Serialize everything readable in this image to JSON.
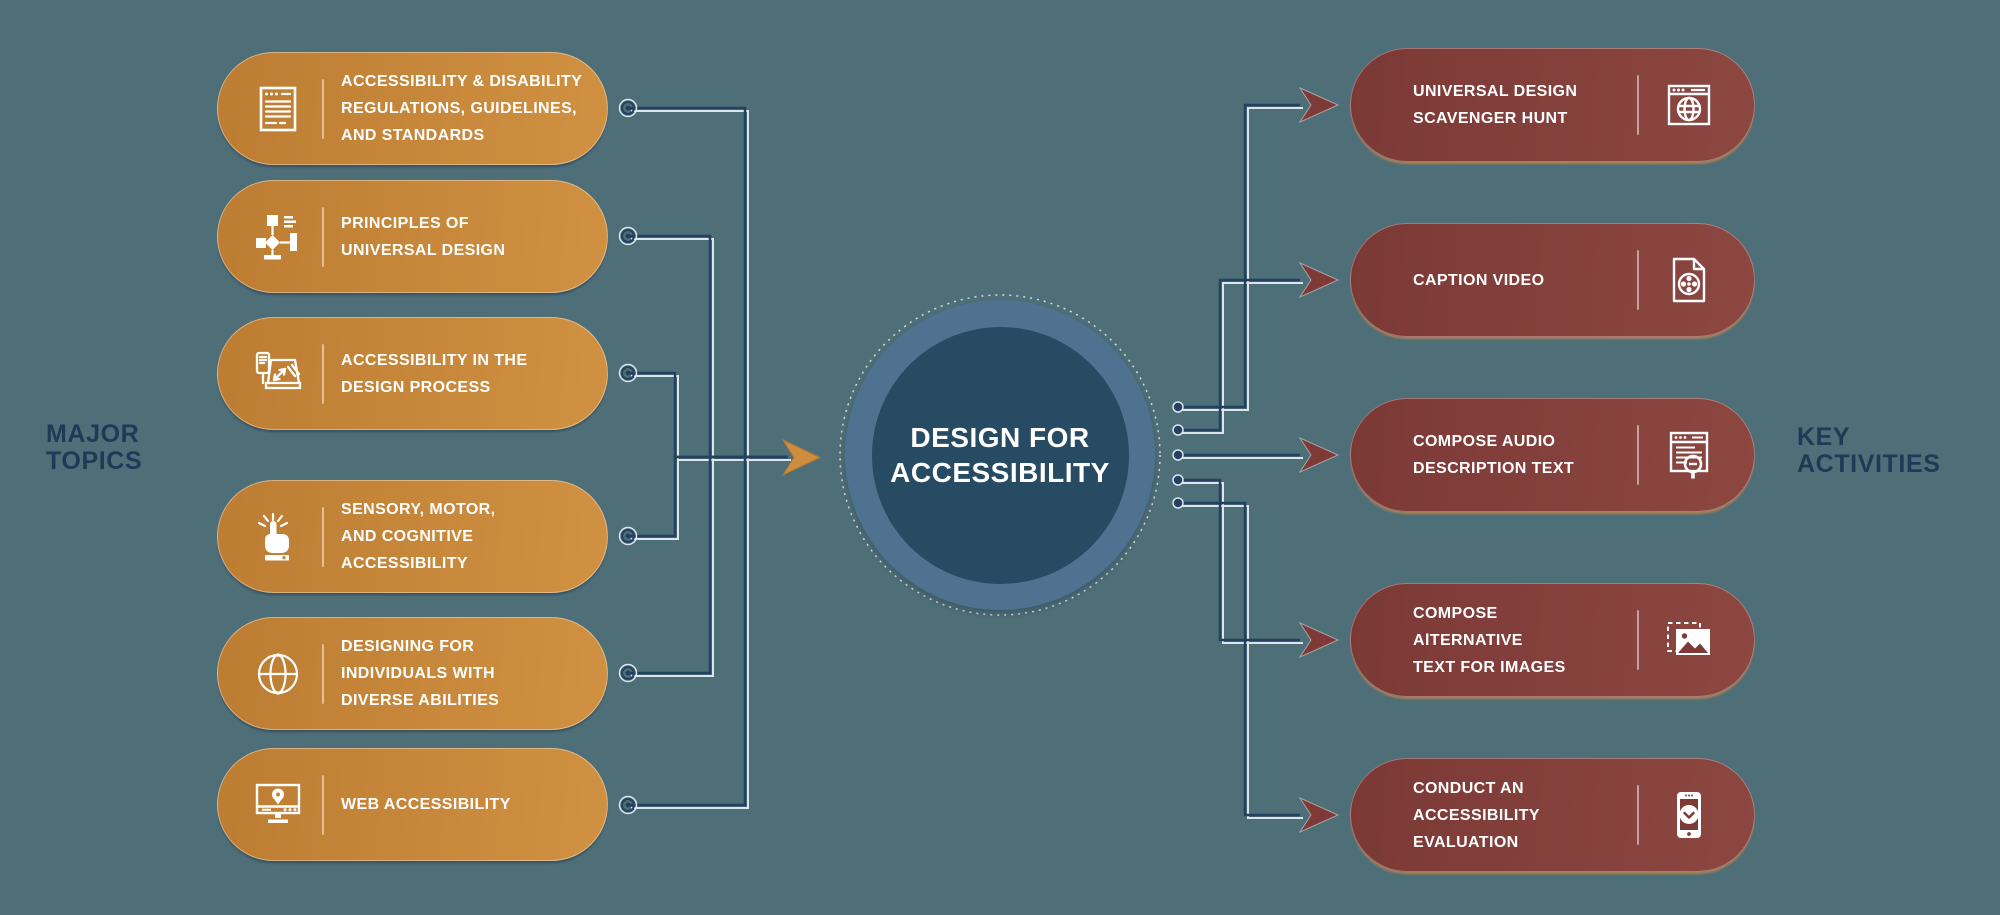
{
  "diagram_title": "DESIGN FOR\nACCESSIBILITY",
  "left_label": "MAJOR\nTOPICS",
  "right_label": "KEY\nACTIVITIES",
  "colors": {
    "background": "#4e6e78",
    "topic_pill_gradient": [
      "#bc7d33",
      "#d19142"
    ],
    "activity_pill_gradient": [
      "#7b3936",
      "#8d4741"
    ],
    "circle_outer": "#4e7290",
    "circle_inner": "#274b63",
    "connector_line": "#24425f",
    "connector_highlight": "#dbe5eb",
    "merge_arrow": "#cf8d3f",
    "activity_arrow": "#7d3a37",
    "side_label_text": "#1f3a56",
    "pill_text": "#ffffff"
  },
  "topics": {
    "items": [
      {
        "label": "ACCESSIBILITY & DISABILITY\nREGULATIONS, GUIDELINES,\nAND STANDARDS",
        "icon": "document-regulations-icon"
      },
      {
        "label": "PRINCIPLES OF\nUNIVERSAL DESIGN",
        "icon": "flowchart-icon"
      },
      {
        "label": "ACCESSIBILITY IN THE\nDESIGN PROCESS",
        "icon": "laptop-devices-icon"
      },
      {
        "label": "SENSORY, MOTOR,\nAND COGNITIVE\nACCESSIBILITY",
        "icon": "hand-tap-icon"
      },
      {
        "label": "DESIGNING FOR\nINDIVIDUALS WITH\nDIVERSE ABILITIES",
        "icon": "globe-icon"
      },
      {
        "label": "WEB ACCESSIBILITY",
        "icon": "monitor-location-icon"
      }
    ]
  },
  "activities": {
    "items": [
      {
        "label": "UNIVERSAL DESIGN\nSCAVENGER HUNT",
        "icon": "browser-globe-icon"
      },
      {
        "label": "CAPTION VIDEO",
        "icon": "video-file-icon"
      },
      {
        "label": "COMPOSE AUDIO\nDESCRIPTION TEXT",
        "icon": "document-search-icon"
      },
      {
        "label": "COMPOSE\nAlTERNATIVE\nTEXT FOR IMAGES",
        "icon": "image-alt-icon"
      },
      {
        "label": "CONDUCT AN\nACCESSIBILITY\nEVALUATION",
        "icon": "phone-evaluation-icon"
      }
    ]
  }
}
